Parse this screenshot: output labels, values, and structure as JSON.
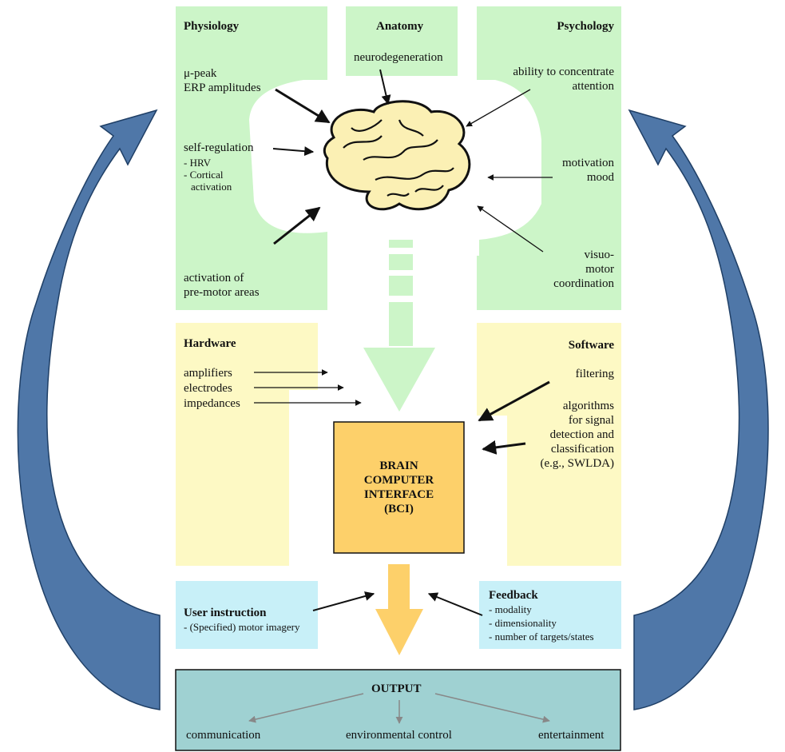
{
  "physiology": {
    "heading": "Physiology",
    "item1": [
      "μ-peak",
      "ERP amplitudes"
    ],
    "item2": "self-regulation",
    "item2_sub": [
      "- HRV",
      "- Cortical",
      "activation"
    ],
    "item3": [
      "activation of",
      "pre-motor areas"
    ]
  },
  "anatomy": {
    "heading": "Anatomy",
    "item1": "neurodegeneration"
  },
  "psychology": {
    "heading": "Psychology",
    "item1": [
      "ability to concentrate",
      "attention"
    ],
    "item2": [
      "motivation",
      "mood"
    ],
    "item3": [
      "visuo-",
      "motor",
      "coordination"
    ]
  },
  "hardware": {
    "heading": "Hardware",
    "items": [
      "amplifiers",
      "electrodes",
      "impedances"
    ]
  },
  "software": {
    "heading": "Software",
    "item1": "filtering",
    "item2": [
      "algorithms",
      "for signal",
      "detection and",
      "classification",
      "(e.g., SWLDA)"
    ]
  },
  "bci": {
    "lines": [
      "BRAIN",
      "COMPUTER",
      "INTERFACE",
      "(BCI)"
    ]
  },
  "user_instruction": {
    "heading": "User instruction",
    "items": [
      "- (Specified) motor imagery"
    ]
  },
  "feedback": {
    "heading": "Feedback",
    "items": [
      "- modality",
      "- dimensionality",
      "- number of targets/states"
    ]
  },
  "output": {
    "heading": "OUTPUT",
    "items": [
      "communication",
      "environmental control",
      "entertainment"
    ]
  },
  "colors": {
    "green": "#ccf5c8",
    "yellow": "#fdf9c4",
    "blue": "#c8f0f8",
    "bci_fill": "#fdd06a",
    "output_fill": "#9fd1d2",
    "loop_arrow": "#4f77a8",
    "brain_fill": "#fbf0b4"
  }
}
